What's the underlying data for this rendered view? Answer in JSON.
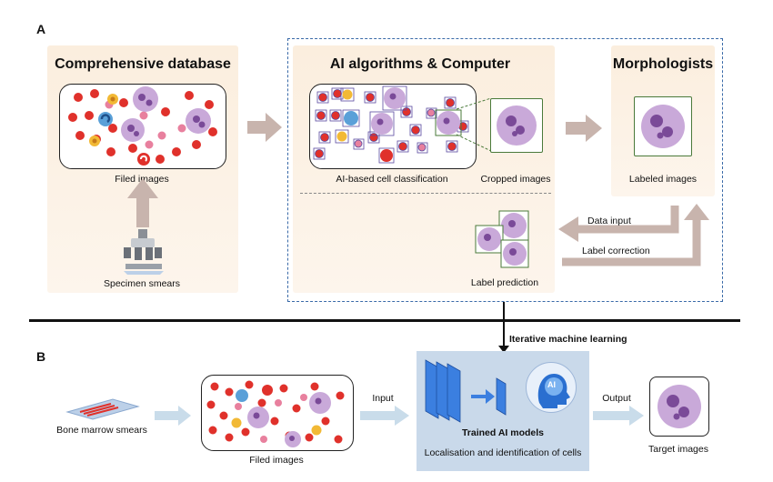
{
  "panels": {
    "a": "A",
    "b": "B"
  },
  "section_a": {
    "database_title": "Comprehensive database",
    "ai_title": "AI algorithms & Computer",
    "morph_title": "Morphologists",
    "filed_images": "Filed images",
    "specimen_smears": "Specimen smears",
    "ai_classification": "AI-based cell classification",
    "cropped_images": "Cropped images",
    "labeled_images": "Labeled images",
    "data_input": "Data input",
    "label_correction": "Label correction",
    "label_prediction": "Label prediction"
  },
  "iterative": "Iterative machine learning",
  "section_b": {
    "bone_marrow": "Bone marrow smears",
    "input": "Input",
    "filed_images": "Filed images",
    "trained_models": "Trained AI models",
    "localisation": "Localisation and identification of cells",
    "output": "Output",
    "target_images": "Target images",
    "ai_badge": "AI"
  },
  "colors": {
    "red_cell": "#e0312b",
    "purple_cell": "#a070b8",
    "pink_cell": "#e06a8a",
    "blue_cell": "#5aa0d8",
    "yellow_cell": "#f2b935",
    "dashed_border": "#3a6aa8",
    "model_box": "#c9d9ea",
    "arrow_grey": "#c8b4ad",
    "arrow_blue": "#c9dcea"
  }
}
